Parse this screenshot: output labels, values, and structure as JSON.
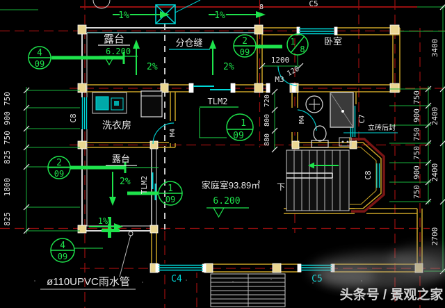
{
  "colors": {
    "axis_red": "#9b0f0f",
    "wall_yellow": "#c9a227",
    "cad_green": "#1ee34c",
    "cad_cyan": "#00d8d8",
    "text_white": "#e8e8e8"
  },
  "rooms": {
    "terrace_top": "露台",
    "terrace_top_elev": "6.200",
    "expansion_joint": "分仓缝",
    "bedroom": "卧室",
    "laundry": "洗衣房",
    "terrace_lower": "露台",
    "family_room": "家庭室93.89㎡",
    "family_elev": "6.200",
    "stair_down": "下"
  },
  "slopes": {
    "top_left": "1%",
    "top_right": "1%",
    "terrace_left": "2%",
    "terrace_right": "2%",
    "terrace_lower": "2%",
    "bottom_left": "1%"
  },
  "bubbles": {
    "top_left": {
      "num": "4",
      "sheet": "09"
    },
    "mid_left": {
      "num": "2",
      "sheet": "09"
    },
    "bottom_left": {
      "num": "4",
      "sheet": "09"
    },
    "top_right": {
      "num": "2",
      "sheet": "09"
    },
    "bedroom": {
      "num": "1",
      "sheet": "8"
    },
    "center": {
      "num": "1",
      "sheet": "09"
    },
    "family": {
      "num": "1",
      "sheet": "09"
    },
    "top_cut": "8"
  },
  "doors": {
    "m3": "M3",
    "m4_laundry": "M4",
    "m4_bath": "M4",
    "tlm2_center": "TLM2",
    "tlm2_terrace": "TLM2"
  },
  "windows": {
    "c4": "C4",
    "c5_top": "C5",
    "c5_bottom": "C5",
    "c7": "C7",
    "c8_left": "C8",
    "c8_bay": "C8"
  },
  "dims": {
    "left": [
      "750",
      "900",
      "750",
      "825",
      "1800",
      "825"
    ],
    "right_inner": [
      "750",
      "900",
      "750",
      "750",
      "900",
      "750"
    ],
    "right_outer": [
      "3400",
      "2400",
      "2400",
      "2700"
    ],
    "bedroom_width": "1200",
    "bedroom_offset": "120",
    "bath": [
      "720",
      "800",
      "880"
    ]
  },
  "notes": {
    "rain_pipe": "ø110UPVC雨水管",
    "brick_seal": "立砖后封"
  },
  "watermark": "头条号 / 景观之家"
}
